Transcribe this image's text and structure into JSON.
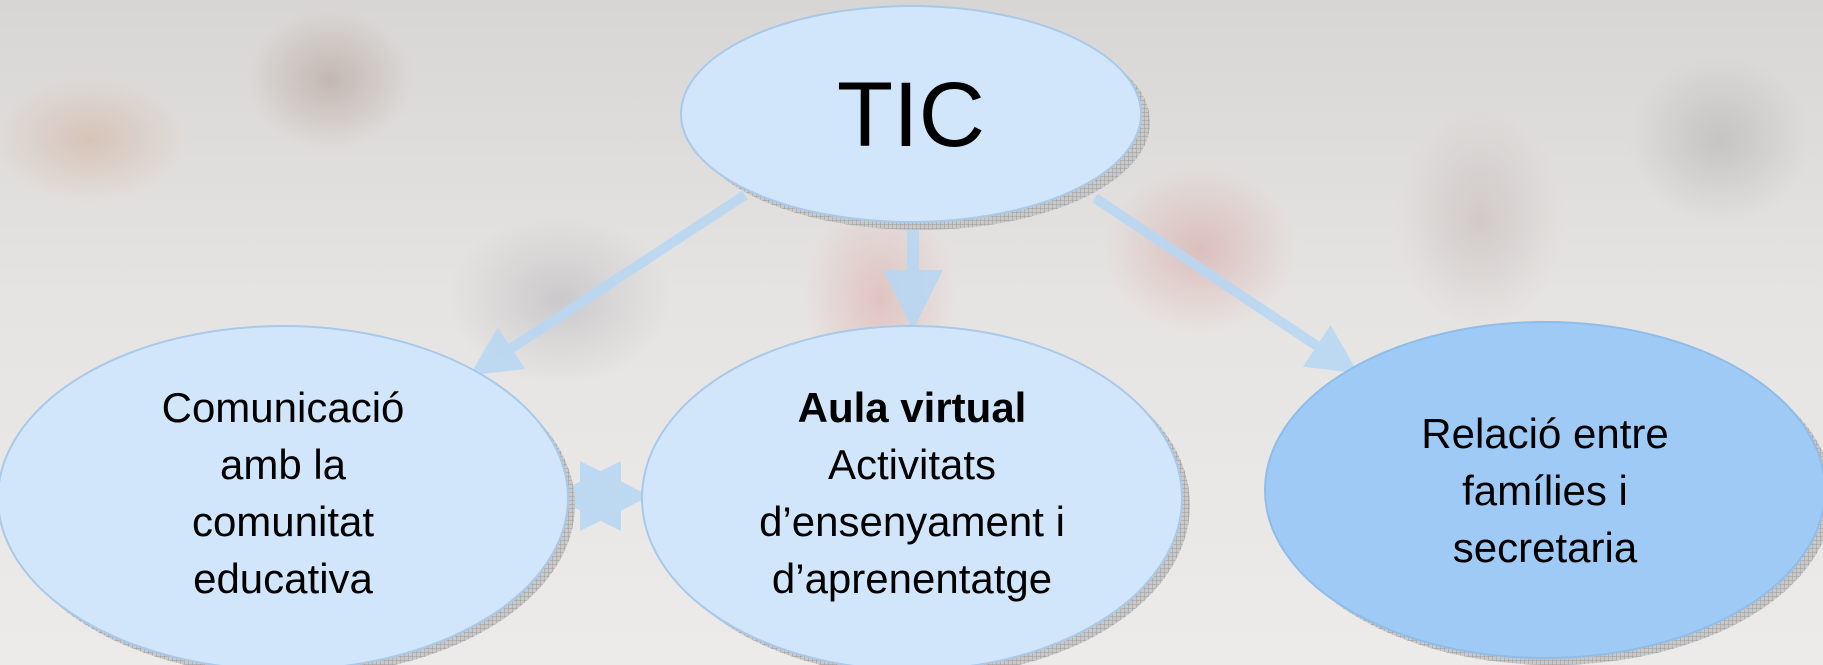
{
  "diagram": {
    "colors": {
      "node_light": "#d2e6fb",
      "node_accent": "#9fcaf6",
      "node_stroke": "#a8c9ea",
      "arrow": "#b9d7f3",
      "text": "#000000"
    },
    "nodes": {
      "tic": {
        "label": "TIC"
      },
      "comunicacio": {
        "lines": [
          "Comunicació",
          "amb la",
          "comunitat",
          "educativa"
        ]
      },
      "aula": {
        "title": "Aula virtual",
        "lines": [
          "Activitats",
          "d’ensenyament i",
          "d’aprenentatge"
        ]
      },
      "relacio": {
        "lines": [
          "Relació entre",
          "famílies i",
          "secretaria"
        ]
      }
    },
    "edges": [
      {
        "from": "tic",
        "to": "comunicacio"
      },
      {
        "from": "tic",
        "to": "aula"
      },
      {
        "from": "tic",
        "to": "relacio"
      },
      {
        "from": "comunicacio",
        "to": "aula",
        "bidirectional": true
      }
    ]
  }
}
